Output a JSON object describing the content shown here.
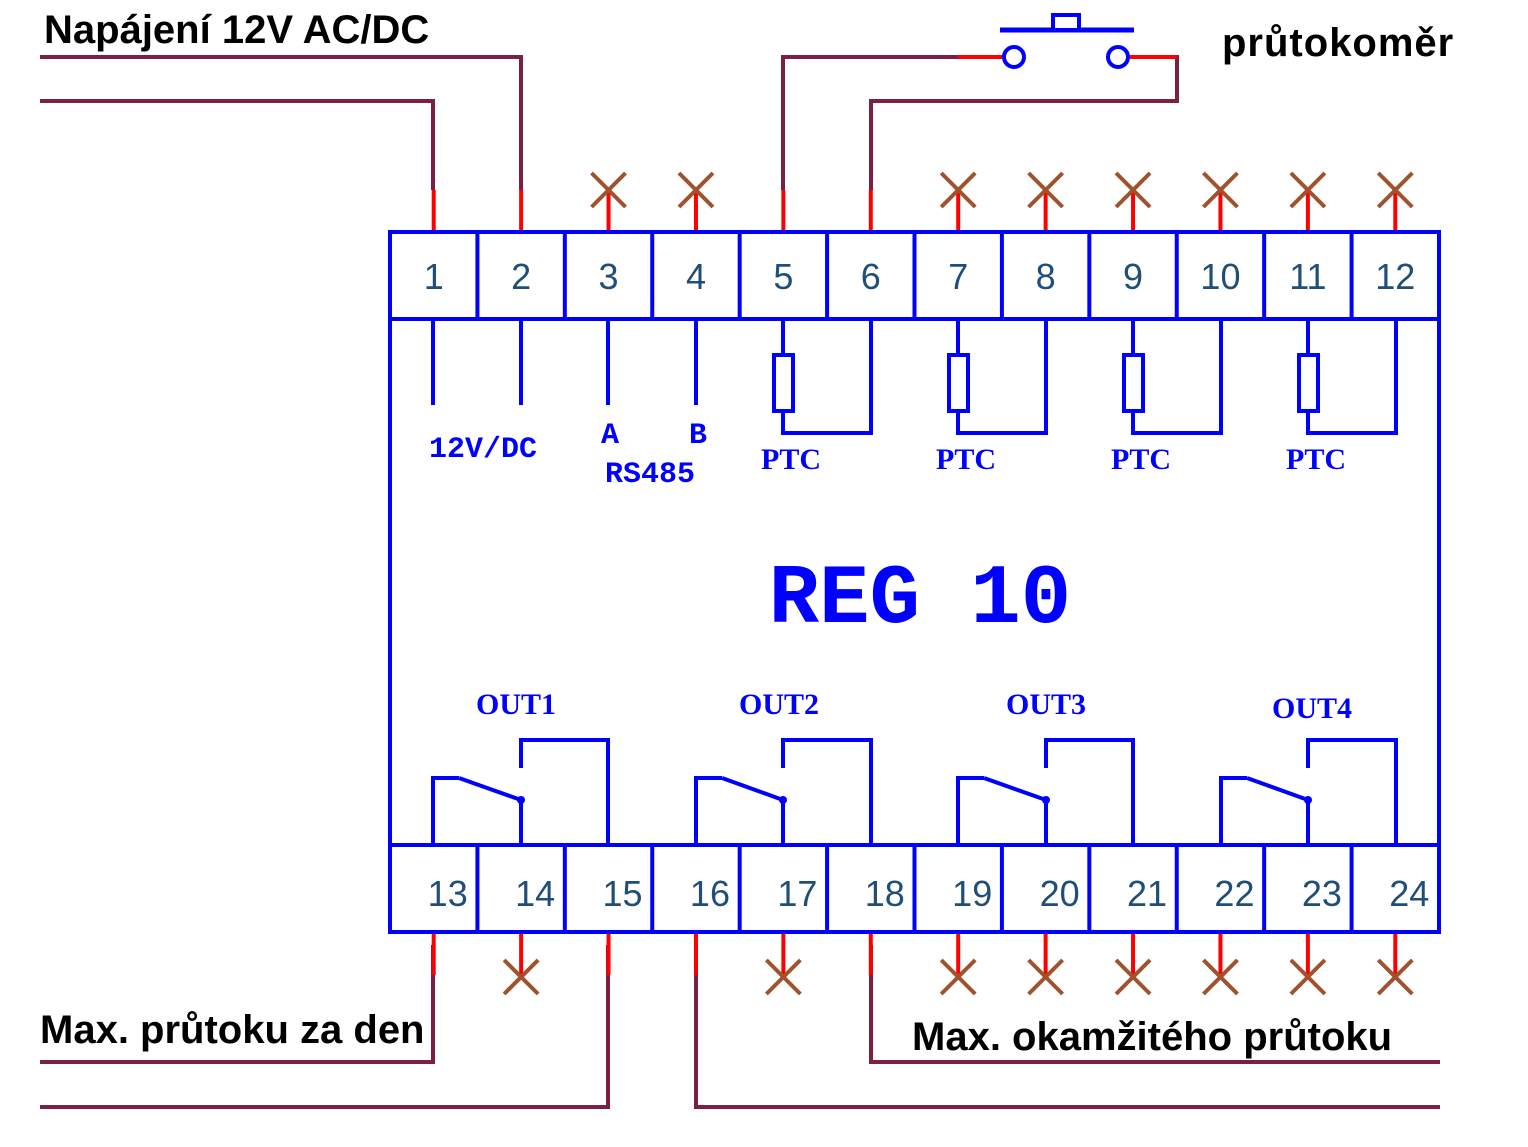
{
  "labels": {
    "power": "Napájení 12V AC/DC",
    "flowmeter": "průtokoměr",
    "max_day": "Max. průtoku za den",
    "max_instant": "Max. okamžitého průtoku"
  },
  "device": {
    "title": "REG 10",
    "top_terminals": [
      "1",
      "2",
      "3",
      "4",
      "5",
      "6",
      "7",
      "8",
      "9",
      "10",
      "11",
      "12"
    ],
    "bottom_terminals": [
      "13",
      "14",
      "15",
      "16",
      "17",
      "18",
      "19",
      "20",
      "21",
      "22",
      "23",
      "24"
    ],
    "inner": {
      "power_label": "12V/DC",
      "rs485_a": "A",
      "rs485_b": "B",
      "rs485": "RS485",
      "ptc": [
        "PTC",
        "PTC",
        "PTC",
        "PTC"
      ],
      "outputs": [
        "OUT1",
        "OUT2",
        "OUT3",
        "OUT4"
      ]
    }
  },
  "colors": {
    "device": "#0000ff",
    "wire": "#7b1f45",
    "terminal_stub": "#ff0000",
    "unused_mark": "#a0522d",
    "terminal_number": "#1f4e79"
  }
}
